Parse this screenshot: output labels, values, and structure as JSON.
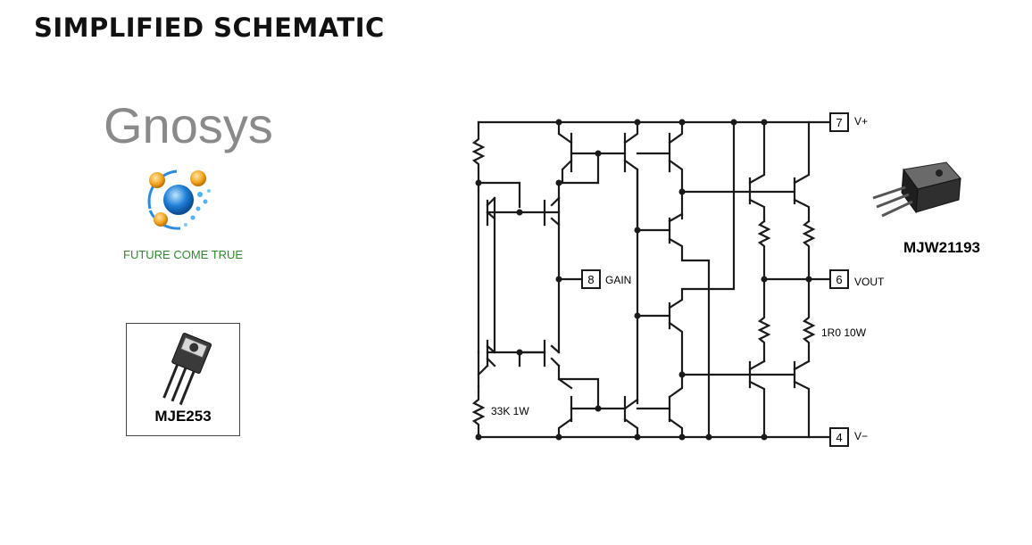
{
  "header": {
    "title": "SIMPLIFIED SCHEMATIC"
  },
  "brand": {
    "name": "Gnosys",
    "tagline": "FUTURE COME TRUE",
    "logo_icon": "molecule-logo-icon"
  },
  "parts": {
    "driver": {
      "label": "MJE253",
      "icon": "to126-transistor-icon"
    },
    "output": {
      "label": "MJW21193",
      "icon": "to247-transistor-icon"
    }
  },
  "pins": {
    "vplus": {
      "number": "7",
      "label": "V+"
    },
    "vout": {
      "number": "6",
      "label": "VOUT"
    },
    "vminus": {
      "number": "4",
      "label": "V−"
    },
    "gain": {
      "number": "8",
      "label": "GAIN"
    }
  },
  "components": {
    "r_bottom_left": "33K 1W",
    "r_output": "1R0 10W"
  },
  "colors": {
    "line": "#1a1a1a",
    "title": "#111111",
    "brand_gray": "#8a8a8a",
    "tagline": "#2d8a2d",
    "logo_blue": "#1e7fd6",
    "logo_orange": "#f2a21b"
  }
}
